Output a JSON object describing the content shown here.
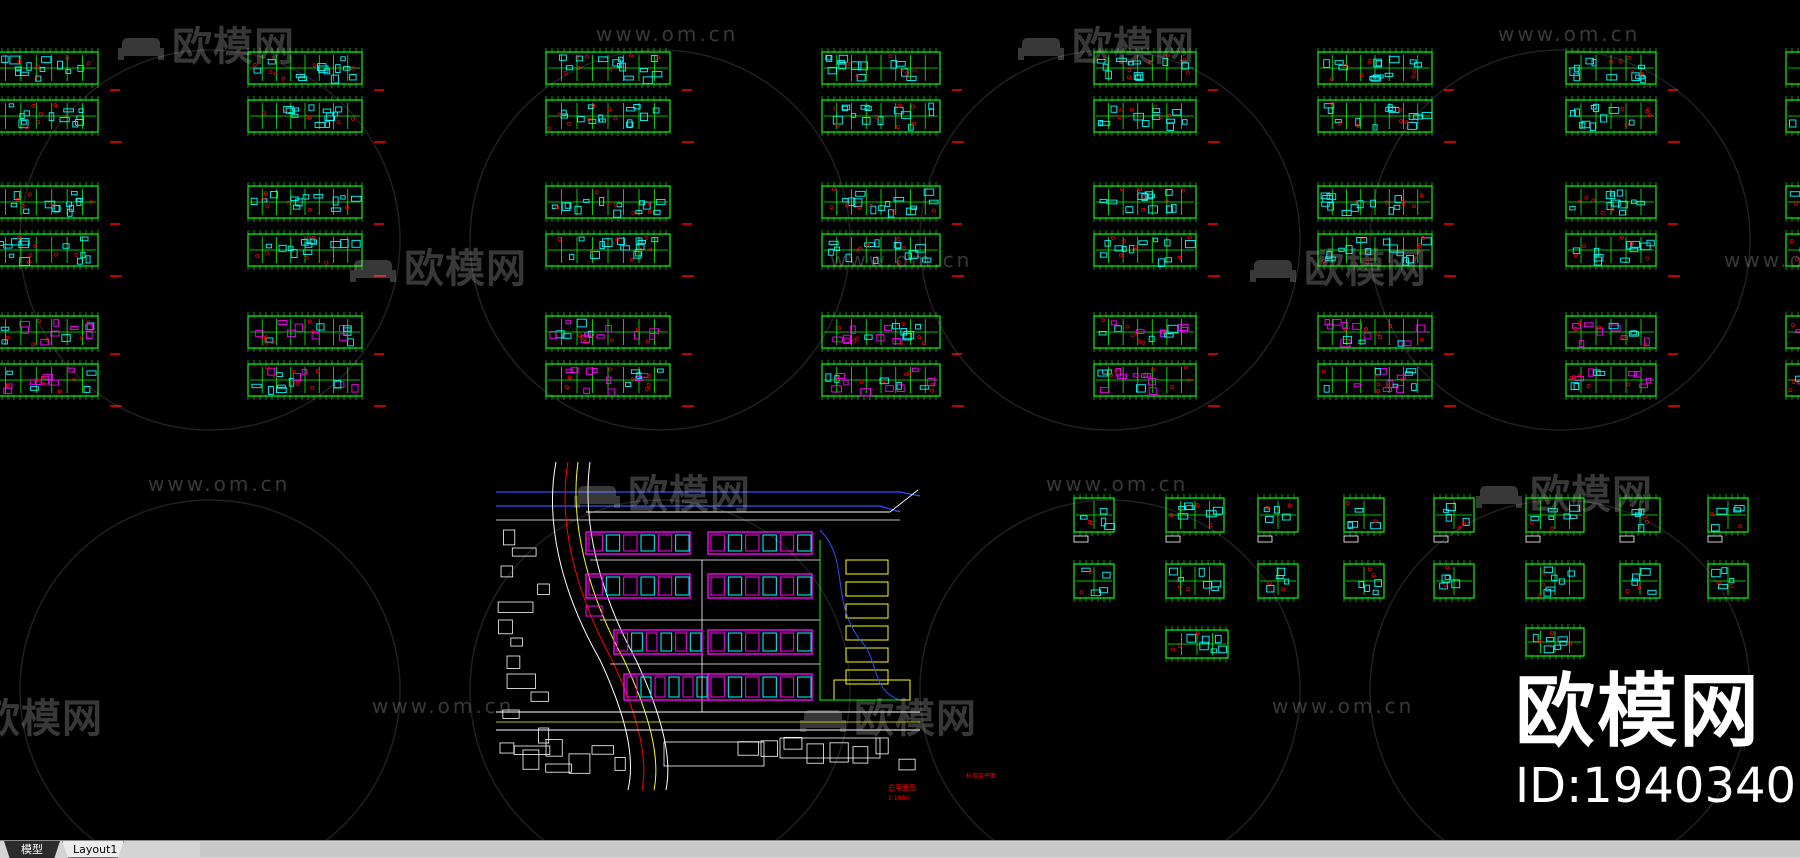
{
  "watermarks": {
    "brand_cn": "欧模网",
    "url": "www.om.cn"
  },
  "brand": {
    "name": "欧模网",
    "id_label": "ID:1940340"
  },
  "plan_labels": {
    "site_plan_title": "总平面图",
    "site_plan_scale": "1:1000",
    "floor_plan_tag": "标准层平面"
  },
  "tabs": [
    {
      "label": "模型",
      "active": true
    },
    {
      "label": "Layout1",
      "active": false
    }
  ],
  "colors": {
    "background": "#000000",
    "wall_green": "#00ff00",
    "cyan": "#00ffff",
    "magenta": "#ff00ff",
    "red": "#ff0000",
    "yellow": "#ffff00",
    "blue": "#3050ff",
    "white": "#ffffff"
  }
}
